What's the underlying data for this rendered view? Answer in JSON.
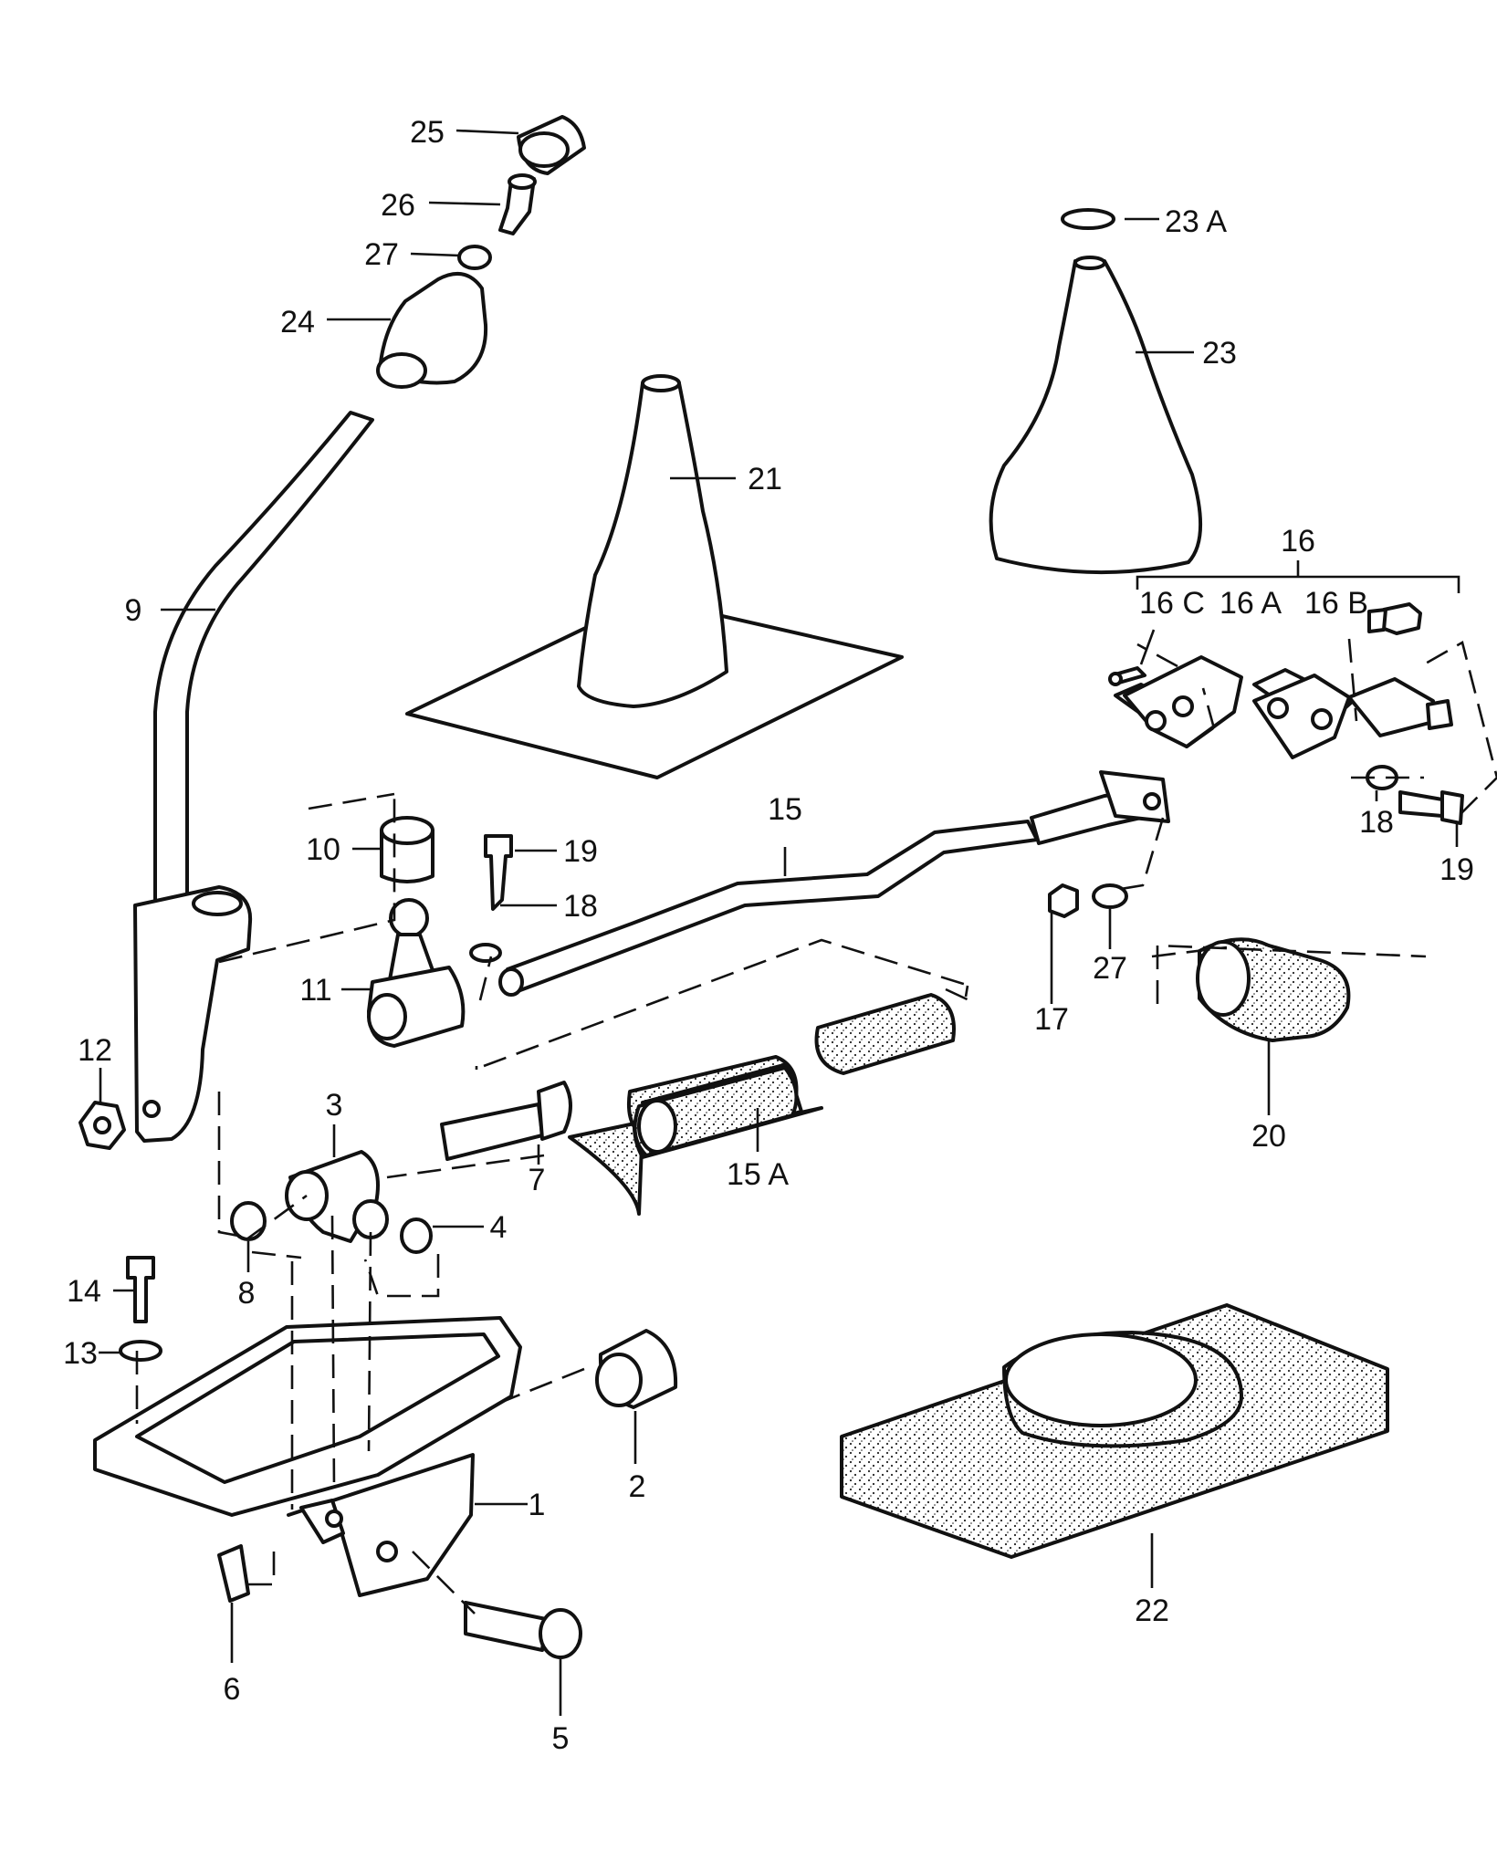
{
  "diagram": {
    "labels": {
      "p1": "1",
      "p2": "2",
      "p3": "3",
      "p4": "4",
      "p5": "5",
      "p6": "6",
      "p7": "7",
      "p8": "8",
      "p9": "9",
      "p10": "10",
      "p11": "11",
      "p12": "12",
      "p13": "13",
      "p14": "14",
      "p15": "15",
      "p15a": "15 A",
      "p16": "16",
      "p16a": "16 A",
      "p16b": "16 B",
      "p16c": "16 C",
      "p17": "17",
      "p18a": "18",
      "p18b": "18",
      "p19a": "19",
      "p19b": "19",
      "p20": "20",
      "p21": "21",
      "p22": "22",
      "p23": "23",
      "p23a": "23 A",
      "p24": "24",
      "p25": "25",
      "p26": "26",
      "p27a": "27",
      "p27b": "27"
    }
  }
}
